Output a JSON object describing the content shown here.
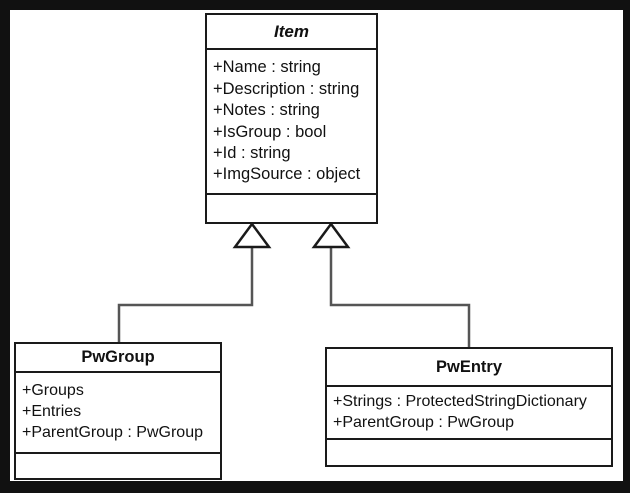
{
  "diagram": {
    "kind": "uml-class-diagram",
    "background_color": "#ffffff",
    "frame_color": "#111111",
    "line_color": "#444444",
    "box_border_color": "#1a1a1a",
    "text_color": "#111111"
  },
  "classes": {
    "item": {
      "name": "Item",
      "is_abstract": true,
      "attributes": [
        "+Name : string",
        "+Description : string",
        "+Notes : string",
        "+IsGroup : bool",
        "+Id : string",
        "+ImgSource : object"
      ],
      "operations": []
    },
    "pwgroup": {
      "name": "PwGroup",
      "is_abstract": false,
      "attributes": [
        "+Groups",
        "+Entries",
        "+ParentGroup : PwGroup"
      ],
      "operations": []
    },
    "pwentry": {
      "name": "PwEntry",
      "is_abstract": false,
      "attributes": [
        "+Strings : ProtectedStringDictionary",
        "+ParentGroup : PwGroup"
      ],
      "operations": []
    }
  },
  "relationships": [
    {
      "type": "generalization",
      "label": "pwgroup-inherits-item",
      "source": "pwgroup",
      "target": "item"
    },
    {
      "type": "generalization",
      "label": "pwentry-inherits-item",
      "source": "pwentry",
      "target": "item"
    }
  ]
}
